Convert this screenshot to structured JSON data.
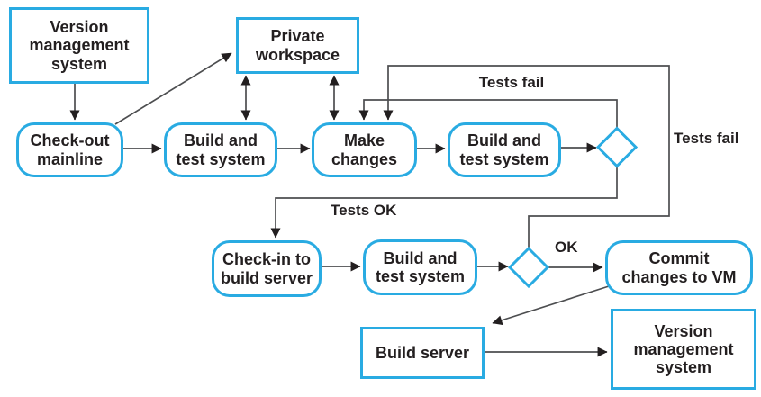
{
  "colors": {
    "accent": "#29ABE2",
    "line": "#4D4E50",
    "arrowhead": "#231F20",
    "text": "#231F20",
    "background": "#FFFFFF"
  },
  "nodes": {
    "vms_top": "Version\nmanagement\nsystem",
    "private_workspace": "Private\nworkspace",
    "checkout_mainline": "Check-out\nmainline",
    "build_test_1": "Build and\ntest system",
    "make_changes": "Make\nchanges",
    "build_test_2": "Build and\ntest system",
    "checkin_build_server": "Check-in to\nbuild server",
    "build_test_3": "Build and\ntest system",
    "commit_changes": "Commit\nchanges to VM",
    "build_server": "Build server",
    "vms_bottom": "Version\nmanagement\nsystem"
  },
  "edge_labels": {
    "tests_fail_top": "Tests fail",
    "tests_fail_right": "Tests fail",
    "tests_ok": "Tests OK",
    "ok": "OK"
  }
}
